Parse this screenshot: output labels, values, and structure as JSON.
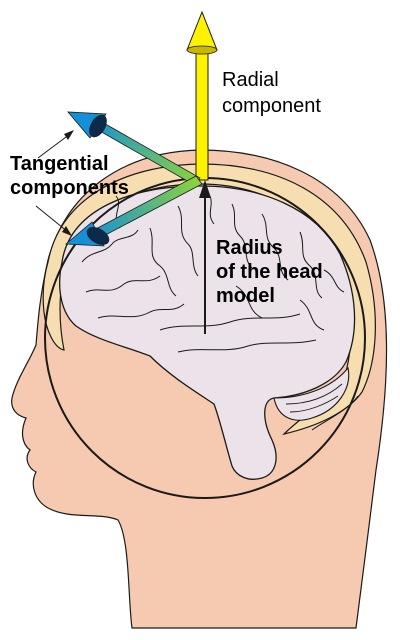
{
  "labels": {
    "radial": [
      "Radial",
      "component"
    ],
    "tangential": [
      "Tangential",
      "components"
    ],
    "radius": [
      "Radius",
      "of the head",
      "model"
    ]
  },
  "colors": {
    "skin": "#f6c9b1",
    "skull": "#f7deb0",
    "brain": "#ece3ea",
    "radial_arrow": "#fff200",
    "tangential_arrow_start": "#8ed43b",
    "tangential_arrow_end": "#1590d6",
    "outline": "#1a1a1a"
  }
}
